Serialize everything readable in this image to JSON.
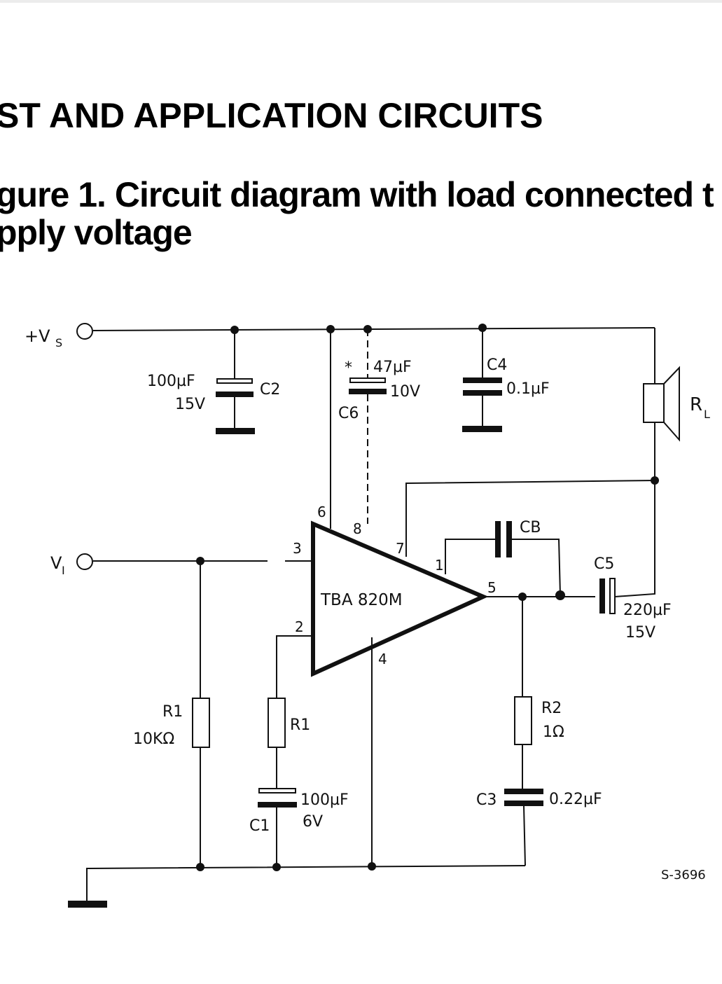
{
  "heading": "ST AND APPLICATION CIRCUITS",
  "figure_title": {
    "line1": "gure 1. Circuit diagram with load connected t",
    "line2": "pply voltage"
  },
  "terminals": {
    "supply": "+V",
    "supply_sub": "S",
    "input": "V",
    "input_sub": "I"
  },
  "ic": {
    "label": "TBA 820M",
    "pins": {
      "p1": "1",
      "p2": "2",
      "p3": "3",
      "p4": "4",
      "p5": "5",
      "p6": "6",
      "p7": "7",
      "p8": "8"
    }
  },
  "components": {
    "c2": {
      "name": "C2",
      "value": "100µF",
      "voltage": "15V"
    },
    "c6": {
      "name": "C6",
      "marker": "*",
      "value": "47µF",
      "voltage": "10V"
    },
    "c4": {
      "name": "C4",
      "value": "0.1µF"
    },
    "rl": {
      "name": "R",
      "sub": "L"
    },
    "cb": {
      "name": "CB"
    },
    "c5": {
      "name": "C5",
      "value": "220µF",
      "voltage": "15V"
    },
    "r1_input": {
      "name": "R1",
      "value": "10KΩ"
    },
    "r1_feedback": {
      "name": "R1"
    },
    "c1": {
      "name": "C1",
      "value": "100µF",
      "voltage": "6V"
    },
    "r2": {
      "name": "R2",
      "value": "1Ω"
    },
    "c3": {
      "name": "C3",
      "value": "0.22µF"
    }
  },
  "drawing_code": "S-3696"
}
